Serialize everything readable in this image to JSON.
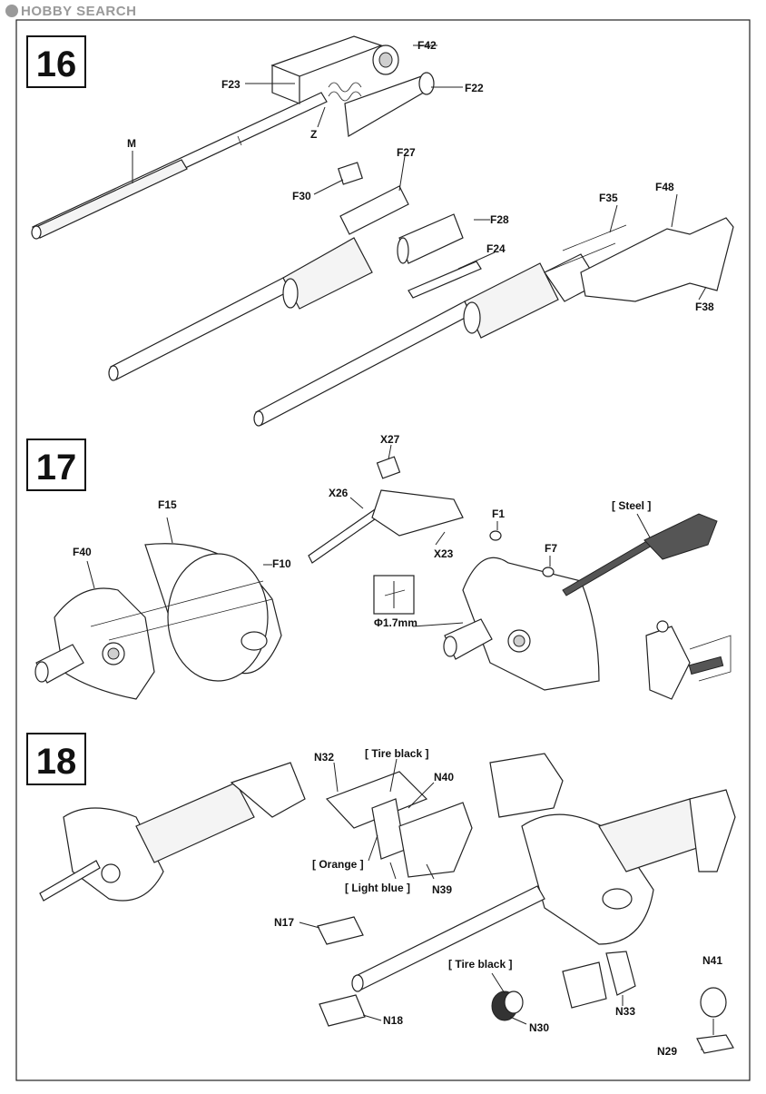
{
  "watermark": "HOBBY SEARCH",
  "steps": [
    {
      "number": "16",
      "labels": [
        "F42",
        "F23",
        "F22",
        "Z",
        "M",
        "F27",
        "F30",
        "F28",
        "F35",
        "F48",
        "F24",
        "F38"
      ]
    },
    {
      "number": "17",
      "labels": [
        "X27",
        "X26",
        "F15",
        "F40",
        "F10",
        "X23",
        "F1",
        "F7",
        "Φ1.7mm"
      ],
      "paint": [
        "[ Steel ]"
      ]
    },
    {
      "number": "18",
      "labels": [
        "N32",
        "N40",
        "N39",
        "N17",
        "N18",
        "N30",
        "N33",
        "N41",
        "N29"
      ],
      "paint": [
        "[ Tire black ]",
        "[ Orange ]",
        "[ Light blue ]",
        "[ Tire black ]"
      ]
    }
  ]
}
